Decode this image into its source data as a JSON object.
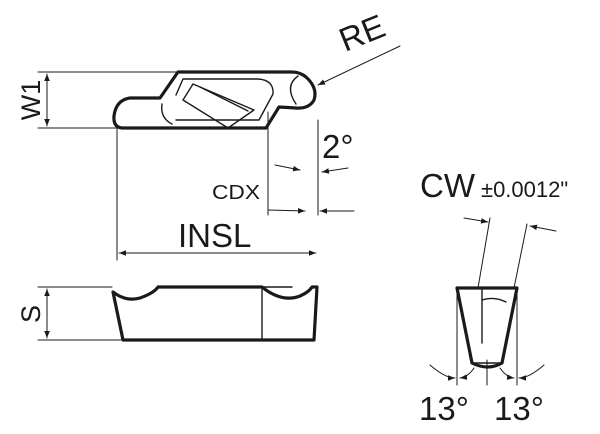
{
  "labels": {
    "re": "RE",
    "w1": "W1",
    "angle_2": "2°",
    "cdx": "CDX",
    "insl": "INSL",
    "s": "S",
    "cw": "CW",
    "cw_tolerance": "±0.0012\"",
    "angle_13_left": "13°",
    "angle_13_right": "13°"
  },
  "colors": {
    "line": "#1a1a1a",
    "background": "#ffffff"
  }
}
